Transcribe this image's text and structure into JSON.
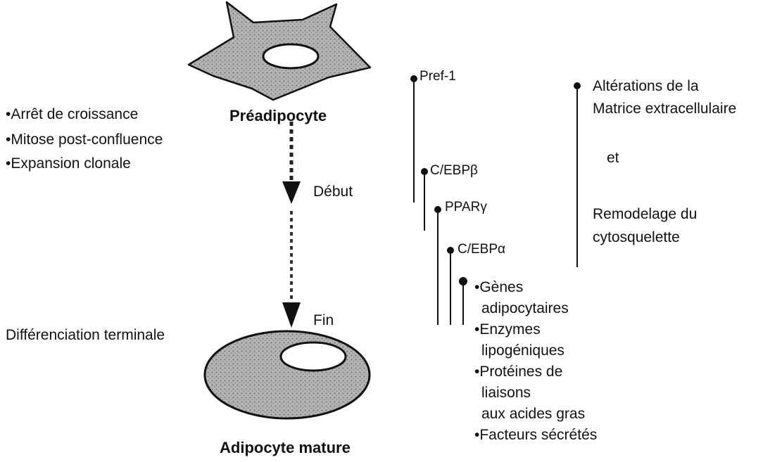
{
  "cells": {
    "preadipocyte_label": "Préadipocyte",
    "mature_label": "Adipocyte mature"
  },
  "stages": {
    "debut": "Début",
    "fin": "Fin"
  },
  "left_notes": {
    "items": [
      "•Arrêt de croissance",
      "•Mitose post-confluence",
      "•Expansion clonale"
    ],
    "terminal": "Différenciation terminale"
  },
  "markers": {
    "pref1": "Pref-1",
    "cebp_beta": "C/EBPβ",
    "ppar_gamma": "PPARγ",
    "cebp_alpha": "C/EBPα"
  },
  "gene_list": [
    "•Gènes",
    "adipocytaires",
    "•Enzymes",
    "lipogéniques",
    "•Protéines de",
    "liaisons",
    "aux acides gras",
    "•Facteurs sécrétés"
  ],
  "right_notes": {
    "line1": "Altérations de la",
    "line2": "Matrice extracellulaire",
    "et": "et",
    "line3": "Remodelage du",
    "line4": "cytosquelette"
  },
  "colors": {
    "cell_fill": "#a8a8a8",
    "nucleus_fill": "#ffffff",
    "ink": "#111111"
  }
}
